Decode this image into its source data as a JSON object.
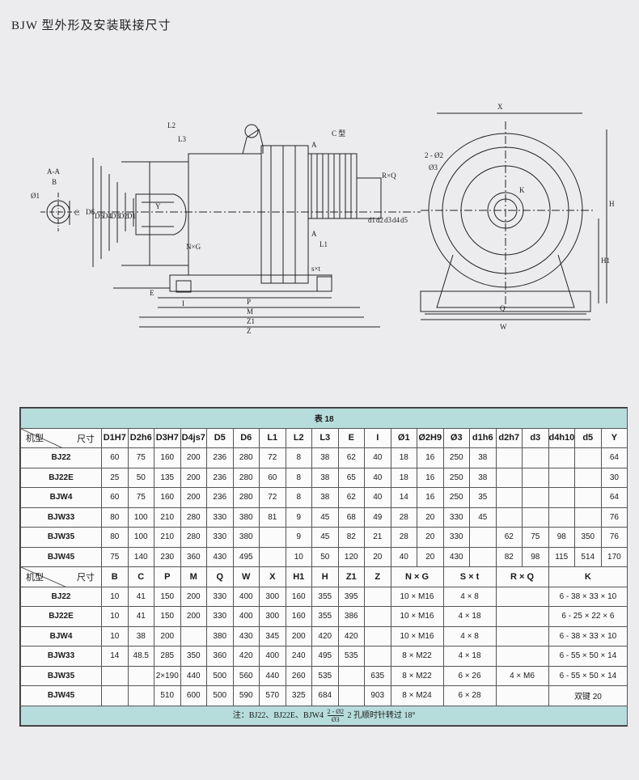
{
  "title": "BJW 型外形及安装联接尺寸",
  "drawing_labels": {
    "L2": "L2",
    "L3": "L3",
    "AA": "A-A",
    "B": "B",
    "phi1": "Ø1",
    "C": "C",
    "D6": "D6",
    "D5": "D5",
    "D4": "D4",
    "D3": "D3",
    "D2": "D2",
    "D1": "D1",
    "Y": "Y",
    "NG": "N×G",
    "E": "E",
    "I": "I",
    "P": "P",
    "M": "M",
    "Z1": "Z1",
    "Z": "Z",
    "Ctype": "C 型",
    "A1": "A",
    "A2": "A",
    "RQ": "R×Q",
    "L1": "L1",
    "st": "s×t",
    "d1": "d1",
    "d2": "d2",
    "d3": "d3",
    "d4": "d4",
    "d5": "d5",
    "X": "X",
    "phi2": "2 - Ø2",
    "phi3": "Ø3",
    "K": "K",
    "H": "H",
    "H1": "H1",
    "Q": "Q",
    "W": "W"
  },
  "table": {
    "caption": "表 18",
    "corner_size": "尺寸",
    "corner_model": "机型",
    "headers1": [
      "D1H7",
      "D2h6",
      "D3H7",
      "D4js7",
      "D5",
      "D6",
      "L1",
      "L2",
      "L3",
      "E",
      "I",
      "Ø1",
      "Ø2H9",
      "Ø3",
      "d1h6",
      "d2h7",
      "d3",
      "d4h10",
      "d5",
      "Y"
    ],
    "rows1": [
      {
        "model": "BJ22",
        "cells": [
          "60",
          "75",
          "160",
          "200",
          "236",
          "280",
          "72",
          "8",
          "38",
          "62",
          "40",
          "18",
          "16",
          "250",
          "38",
          "",
          "",
          "",
          "",
          "64"
        ]
      },
      {
        "model": "BJ22E",
        "cells": [
          "25",
          "50",
          "135",
          "200",
          "236",
          "280",
          "60",
          "8",
          "38",
          "65",
          "40",
          "18",
          "16",
          "250",
          "38",
          "",
          "",
          "",
          "",
          "30"
        ]
      },
      {
        "model": "BJW4",
        "cells": [
          "60",
          "75",
          "160",
          "200",
          "236",
          "280",
          "72",
          "8",
          "38",
          "62",
          "40",
          "14",
          "16",
          "250",
          "35",
          "",
          "",
          "",
          "",
          "64"
        ]
      },
      {
        "model": "BJW33",
        "cells": [
          "80",
          "100",
          "210",
          "280",
          "330",
          "380",
          "81",
          "9",
          "45",
          "68",
          "49",
          "28",
          "20",
          "330",
          "45",
          "",
          "",
          "",
          "",
          "76"
        ]
      },
      {
        "model": "BJW35",
        "cells": [
          "80",
          "100",
          "210",
          "280",
          "330",
          "380",
          "",
          "9",
          "45",
          "82",
          "21",
          "28",
          "20",
          "330",
          "",
          "62",
          "75",
          "98",
          "350",
          "76"
        ]
      },
      {
        "model": "BJW45",
        "cells": [
          "75",
          "140",
          "230",
          "360",
          "430",
          "495",
          "",
          "10",
          "50",
          "120",
          "20",
          "40",
          "20",
          "430",
          "",
          "82",
          "98",
          "115",
          "514",
          "170"
        ]
      }
    ],
    "headers2": [
      "B",
      "C",
      "P",
      "M",
      "Q",
      "W",
      "X",
      "H1",
      "H",
      "Z1",
      "Z",
      "N × G",
      "S × t",
      "R × Q",
      "K"
    ],
    "rows2": [
      {
        "model": "BJ22",
        "cells": [
          "10",
          "41",
          "150",
          "200",
          "330",
          "400",
          "300",
          "160",
          "355",
          "395",
          "",
          "10 × M16",
          "4 × 8",
          "",
          "6 - 38 × 33 × 10"
        ]
      },
      {
        "model": "BJ22E",
        "cells": [
          "10",
          "41",
          "150",
          "200",
          "330",
          "400",
          "300",
          "160",
          "355",
          "386",
          "",
          "10 × M16",
          "4 × 18",
          "",
          "6 - 25 × 22 × 6"
        ]
      },
      {
        "model": "BJW4",
        "cells": [
          "10",
          "38",
          "200",
          "",
          "380",
          "430",
          "345",
          "200",
          "420",
          "420",
          "",
          "10 × M16",
          "4 × 8",
          "",
          "6 - 38 × 33 × 10"
        ]
      },
      {
        "model": "BJW33",
        "cells": [
          "14",
          "48.5",
          "285",
          "350",
          "360",
          "420",
          "400",
          "240",
          "495",
          "535",
          "",
          "8 × M22",
          "4 × 18",
          "",
          "6 - 55 × 50 × 14"
        ]
      },
      {
        "model": "BJW35",
        "cells": [
          "",
          "",
          "2×190",
          "440",
          "500",
          "560",
          "440",
          "260",
          "535",
          "",
          "635",
          "8 × M22",
          "6 × 26",
          "4 × M6",
          "6 - 55 × 50 × 14"
        ]
      },
      {
        "model": "BJW45",
        "cells": [
          "",
          "",
          "510",
          "600",
          "500",
          "590",
          "570",
          "325",
          "684",
          "",
          "903",
          "8 × M24",
          "6 × 28",
          "",
          "双键 20"
        ]
      }
    ],
    "note": {
      "prefix": "注：BJ22、BJ22E、BJW4",
      "frac_num": "2 - Ø2",
      "frac_den": "Ø3",
      "suffix": "2 孔顺时针转过 18°"
    }
  }
}
